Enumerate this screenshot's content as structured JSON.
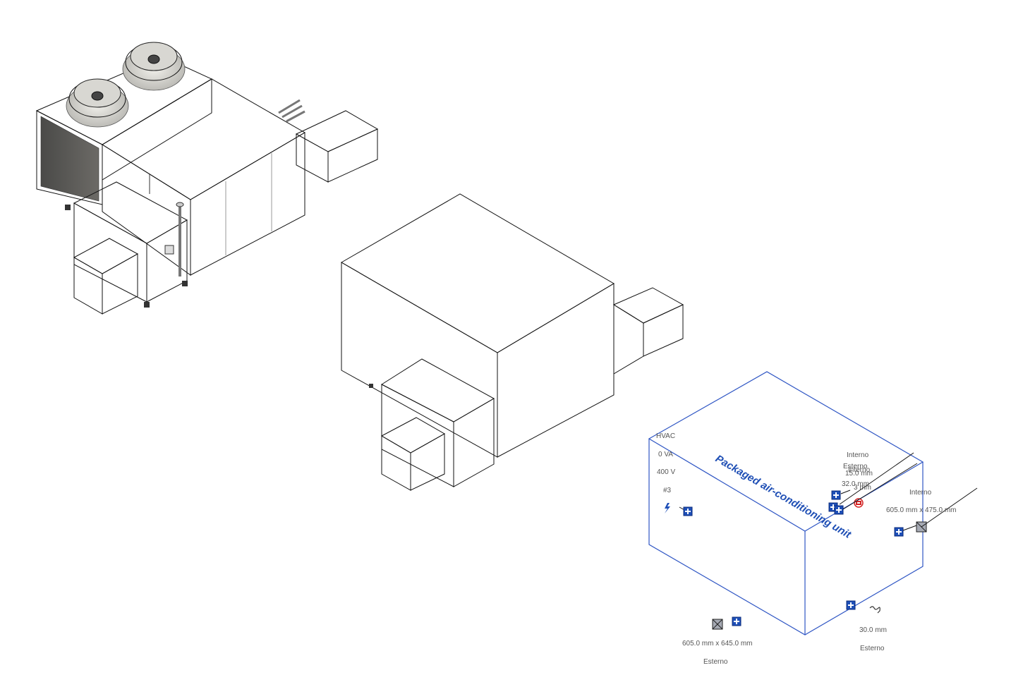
{
  "views": {
    "detailed": {
      "name": "detailed-model"
    },
    "simplified": {
      "name": "simplified-model"
    },
    "schematic": {
      "name": "schematic-view"
    }
  },
  "schematic": {
    "title": "Packaged air-conditioning unit",
    "electrical": {
      "system": "HVAC",
      "load": "0 VA",
      "voltage": "400 V",
      "poles": "#3"
    },
    "pipe_top": {
      "label_a": "Interno",
      "label_b": "Esterno",
      "label_c": "Interno",
      "size_a": "15.0 mm",
      "size_b": "32.0 mm",
      "size_c": "3 mm"
    },
    "duct_right": {
      "label": "Interno",
      "size": "605.0 mm x 475.0 mm"
    },
    "duct_bottom": {
      "size": "605.0 mm x 645.0 mm",
      "label": "Esterno"
    },
    "drain": {
      "size": "30.0 mm",
      "label": "Esterno"
    },
    "colors": {
      "accent": "#2f56c4",
      "connector": "#1e4fb8",
      "warning": "#d22222"
    }
  }
}
